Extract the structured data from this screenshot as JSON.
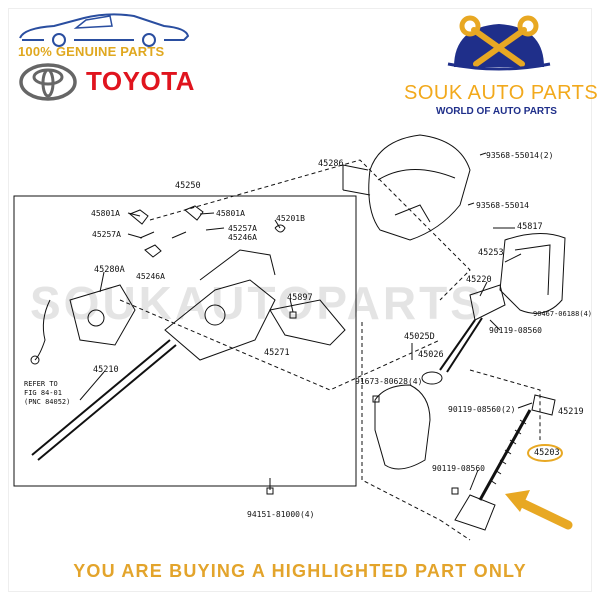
{
  "branding": {
    "genuine_text": "100% GENUINE PARTS",
    "toyota_text": "TOYOTA",
    "shop_name": "SOUK AUTO PARTS",
    "shop_tagline": "WORLD OF AUTO PARTS",
    "watermark": "SOUKAUTOPARTS",
    "accent_color": "#e3a42b",
    "toyota_red": "#e0141e",
    "shop_blue": "#1f2f8a"
  },
  "footer": {
    "notice": "YOU ARE BUYING A HIGHLIGHTED PART ONLY"
  },
  "diagram": {
    "group_label": "45250",
    "refer_note": [
      "REFER TO",
      "FIG 84-01",
      "(PNC 84052)"
    ],
    "labels": {
      "p45286": "45286",
      "p93568a": "93568-55014(2)",
      "p93568b": "93568-55014",
      "p45817": "45817",
      "p45253": "45253",
      "p45220": "45220",
      "p90467": "90467-06188(4)",
      "p90119a": "90119-08560",
      "p45025d": "45025D",
      "p45026": "45026",
      "p91673": "91673-80628(4)",
      "p90119b": "90119-08560(2)",
      "p45219": "45219",
      "p45203": "45203",
      "p90119c": "90119-08560",
      "p45801a1": "45801A",
      "p45801a2": "45801A",
      "p45257a1": "45257A",
      "p45257a2": "45257A",
      "p45246a1": "45246A",
      "p45246a2": "45246A",
      "p45201b": "45201B",
      "p45280a": "45280A",
      "p45897": "45897",
      "p45271": "45271",
      "p45210": "45210",
      "p94151": "94151-81000(4)"
    },
    "highlighted_part": "45203"
  }
}
